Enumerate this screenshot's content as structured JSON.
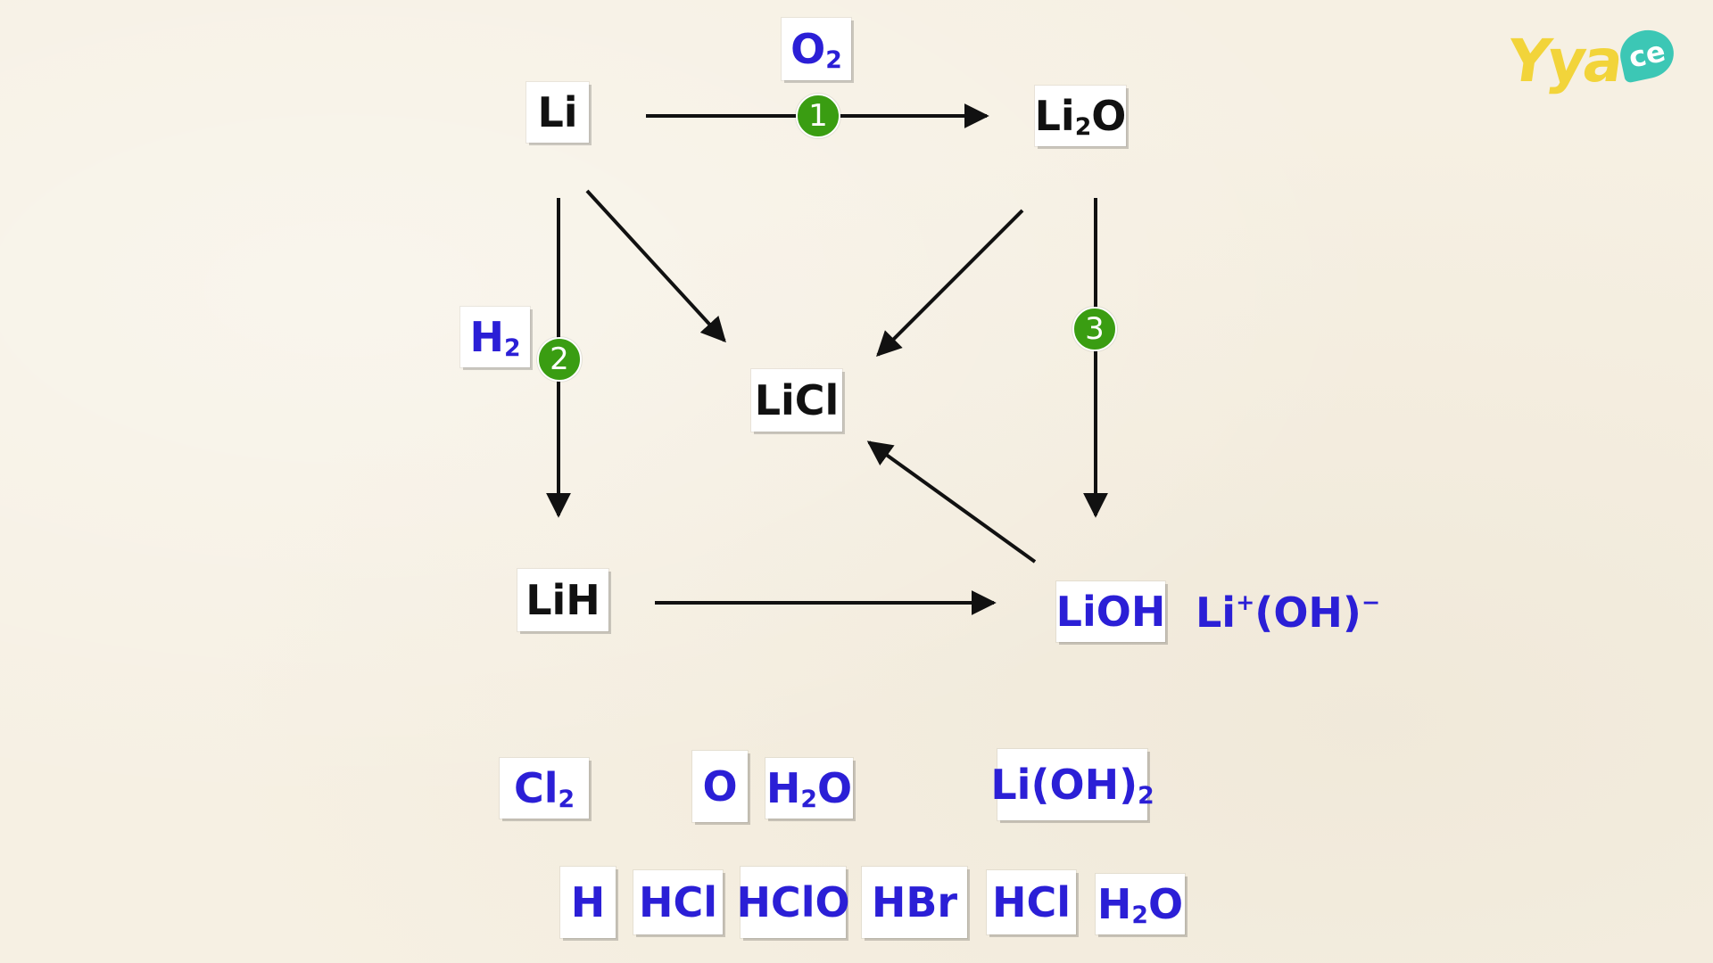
{
  "diagram": {
    "nodes": {
      "li": "Li",
      "li2o": {
        "base": "Li",
        "sub": "2",
        "rest": "O"
      },
      "licl": "LiCl",
      "lih": "LiH",
      "lioh": "LiOH",
      "lioh_ionic": {
        "base": "Li",
        "sup1": "+",
        "mid": "(OH)",
        "sup2": "−"
      }
    },
    "reagents": {
      "o2": {
        "base": "O",
        "sub": "2"
      },
      "h2": {
        "base": "H",
        "sub": "2"
      }
    },
    "steps": [
      "1",
      "2",
      "3"
    ]
  },
  "tiles": {
    "row1": [
      {
        "base": "Cl",
        "sub": "2",
        "rest": ""
      },
      {
        "base": "O",
        "sub": "",
        "rest": ""
      },
      {
        "base": "H",
        "sub": "2",
        "rest": "O"
      },
      {
        "base": "Li(OH)",
        "sub": "2",
        "rest": ""
      }
    ],
    "row2": [
      {
        "base": "H",
        "sub": "",
        "rest": ""
      },
      {
        "base": "HCl",
        "sub": "",
        "rest": ""
      },
      {
        "base": "HClO",
        "sub": "",
        "rest": ""
      },
      {
        "base": "HBr",
        "sub": "",
        "rest": ""
      },
      {
        "base": "HCl",
        "sub": "",
        "rest": ""
      },
      {
        "base": "H",
        "sub": "2",
        "rest": "O"
      }
    ]
  },
  "logo": {
    "text": "Yya",
    "bubble": "ce"
  },
  "colors": {
    "background": "#f6f0e3",
    "node_text": "#111111",
    "tile_text": "#2b1fd6",
    "badge": "#3a9d12",
    "logo_yellow": "#f2d43a",
    "logo_teal": "#3cc7b5"
  }
}
